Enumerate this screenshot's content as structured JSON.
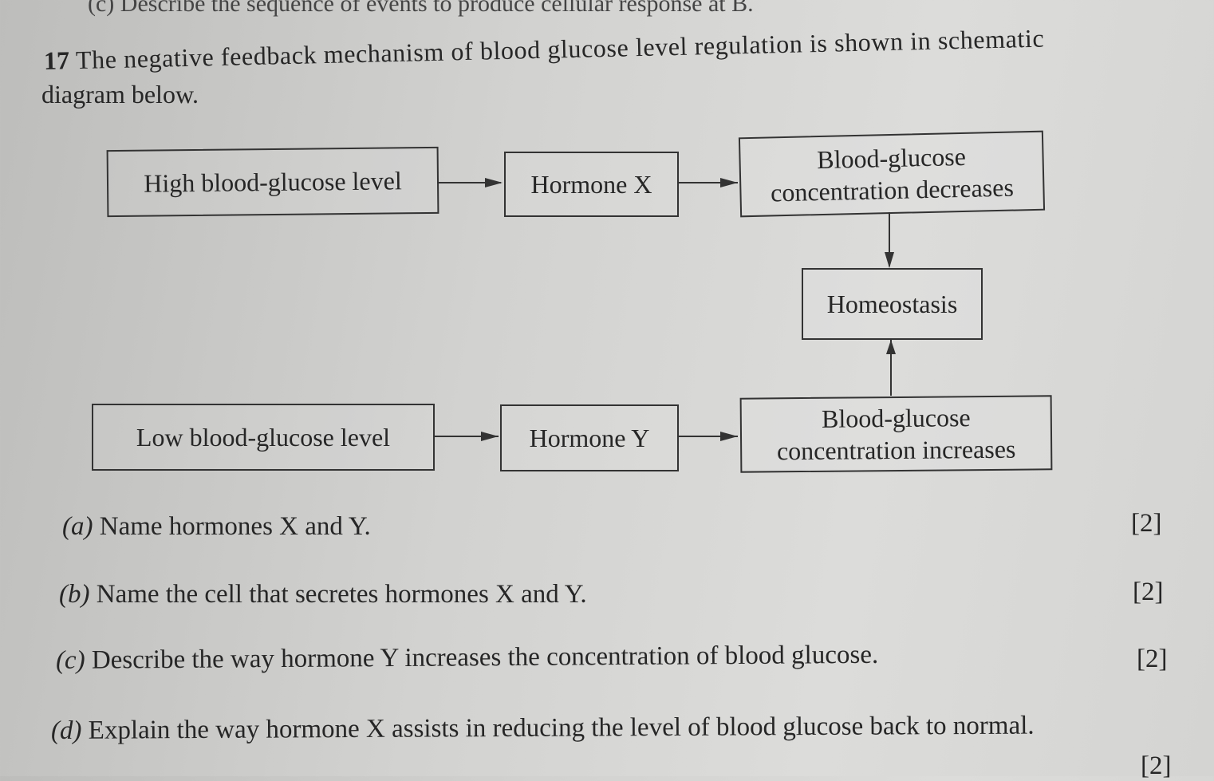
{
  "previous_question": "(c) Describe the sequence of events to produce cellular response at B.",
  "question": {
    "number": "17",
    "text_line1": "The negative feedback mechanism of blood glucose level regulation is shown in schematic",
    "text_line2": "diagram below."
  },
  "diagram": {
    "high_level": "High blood-glucose level",
    "hormone_x": "Hormone X",
    "decreases_1": "Blood-glucose",
    "decreases_2": "concentration decreases",
    "homeostasis": "Homeostasis",
    "low_level": "Low blood-glucose level",
    "hormone_y": "Hormone Y",
    "increases_1": "Blood-glucose",
    "increases_2": "concentration increases"
  },
  "parts": [
    {
      "label": "(a)",
      "text": "Name hormones X and Y.",
      "marks": "[2]"
    },
    {
      "label": "(b)",
      "text": "Name the cell that secretes hormones X and Y.",
      "marks": "[2]"
    },
    {
      "label": "(c)",
      "text": "Describe the way hormone Y increases the concentration of blood glucose.",
      "marks": "[2]"
    },
    {
      "label": "(d)",
      "text": "Explain the way hormone X assists in reducing the level of blood glucose back to normal.",
      "marks": "[2]"
    }
  ]
}
